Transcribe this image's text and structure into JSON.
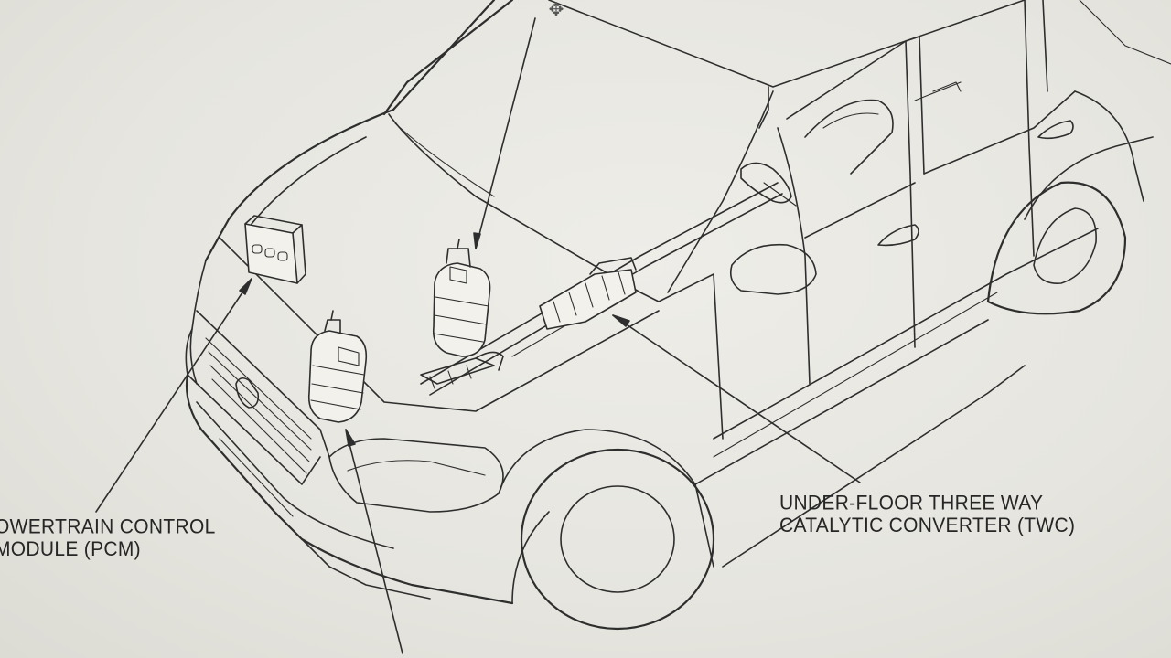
{
  "labels": {
    "pcm_line1": "OWERTRAIN CONTROL",
    "pcm_line2": "MODULE (PCM)",
    "twc_line1": "UNDER-FLOOR THREE WAY",
    "twc_line2": "CATALYTIC CONVERTER (TWC)"
  },
  "colors": {
    "paper": "#e7e6e0",
    "ink": "#2e2e2e"
  },
  "icons": {
    "cursor": "move-cursor-icon"
  }
}
